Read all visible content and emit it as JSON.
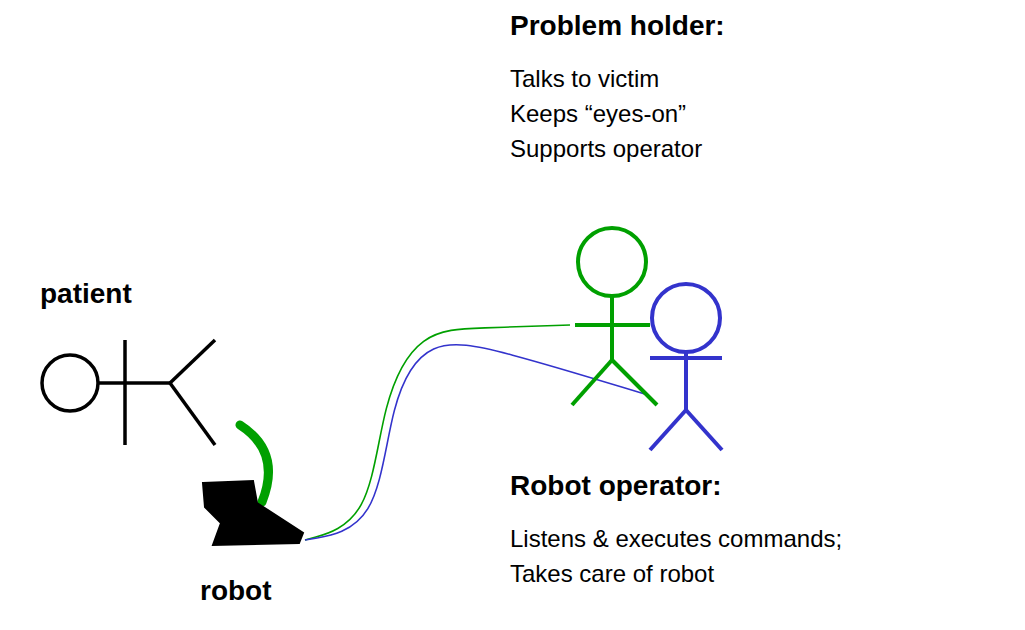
{
  "diagram": {
    "nodes": [
      {
        "text": [
          "patient"
        ]
      },
      {
        "text": [
          "robot"
        ]
      },
      {
        "text": [
          "Problem holder:",
          "Talks to victim",
          "Keeps “eyes-on”",
          "Supports operator"
        ]
      },
      {
        "text": [
          "Robot operator:",
          "Listens & executes commands;",
          "Takes care of robot"
        ]
      }
    ],
    "edges": [
      {
        "from": 1,
        "to": 2,
        "arrow": "none"
      },
      {
        "from": 1,
        "to": 3,
        "arrow": "none"
      }
    ]
  }
}
